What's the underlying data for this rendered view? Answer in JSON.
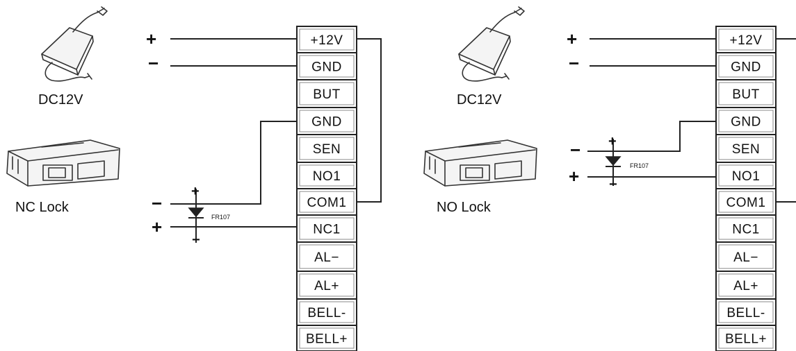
{
  "terminals": [
    "+12V",
    "GND",
    "BUT",
    "GND",
    "SEN",
    "NO1",
    "COM1",
    "NC1",
    "AL−",
    "AL+",
    "BELL-",
    "BELL+"
  ],
  "left": {
    "adapter_caption": "DC12V",
    "lock_caption": "NC Lock",
    "diode_label": "FR107",
    "supply_plus": "+",
    "supply_minus": "−",
    "lock_minus": "−",
    "lock_plus": "+",
    "diode_plus": "+",
    "diode_minus": "−"
  },
  "right": {
    "adapter_caption": "DC12V",
    "lock_caption": "NO Lock",
    "diode_label": "FR107",
    "supply_plus": "+",
    "supply_minus": "−",
    "lock_minus": "−",
    "lock_plus": "+",
    "diode_plus": "+",
    "diode_minus": "−"
  },
  "colors": {
    "ink": "#222222",
    "background": "#ffffff"
  },
  "icons": [
    "power-adapter-icon",
    "electric-strike-lock-icon",
    "diode-symbol"
  ]
}
